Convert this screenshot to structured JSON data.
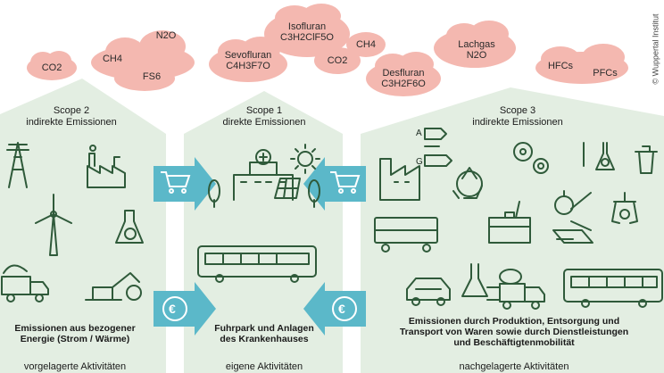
{
  "clouds": [
    {
      "id": "co2-left",
      "lines": [
        "CO2"
      ]
    },
    {
      "id": "ch4-left",
      "lines": [
        "CH4"
      ]
    },
    {
      "id": "n2o",
      "lines": [
        "N2O"
      ]
    },
    {
      "id": "fs6",
      "lines": [
        "FS6"
      ]
    },
    {
      "id": "sevofluran",
      "lines": [
        "Sevofluran",
        "C4H3F7O"
      ]
    },
    {
      "id": "isofluran",
      "lines": [
        "Isofluran",
        "C3H2ClF5O"
      ]
    },
    {
      "id": "co2-mid",
      "lines": [
        "CO2"
      ]
    },
    {
      "id": "ch4-mid",
      "lines": [
        "CH4"
      ]
    },
    {
      "id": "desfluran",
      "lines": [
        "Desfluran",
        "C3H2F6O"
      ]
    },
    {
      "id": "lachgas",
      "lines": [
        "Lachgas",
        "N2O"
      ]
    },
    {
      "id": "hfcs",
      "lines": [
        "HFCs"
      ]
    },
    {
      "id": "pfcs",
      "lines": [
        "PFCs"
      ]
    }
  ],
  "scopes": {
    "scope2": {
      "title": "Scope 2",
      "subtitle": "indirekte Emissionen",
      "description": [
        "Emissionen aus bezogener",
        "Energie (Strom / Wärme)"
      ],
      "footer": "vorgelagerte Aktivitäten"
    },
    "scope1": {
      "title": "Scope 1",
      "subtitle": "direkte Emissionen",
      "description": [
        "Fuhrpark und Anlagen",
        "des Krankenhauses"
      ],
      "footer": "eigene Aktivitäten"
    },
    "scope3": {
      "title": "Scope 3",
      "subtitle": "indirekte Emissionen",
      "description": [
        "Emissionen durch Produktion, Entsorgung und",
        "Transport von Waren sowie durch Dienstleistungen",
        "und Beschäftigtenmobilität"
      ],
      "footer": "nachgelagerte Aktivitäten"
    }
  },
  "energy_label_letters": [
    "A",
    "G"
  ],
  "euro_symbol": "€",
  "credit": "© Wuppertal Institut",
  "colors": {
    "cloud": "#f3b4ac",
    "house": "#e4efe3",
    "arrow": "#5bb8c9",
    "icon_stroke": "#2f5a3a"
  }
}
